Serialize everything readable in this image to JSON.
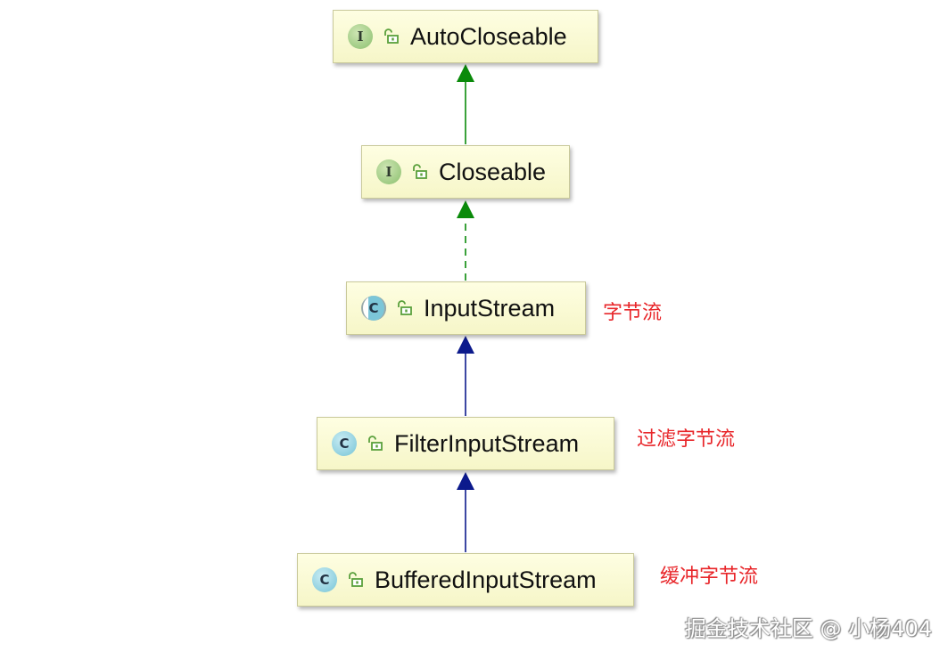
{
  "nodes": [
    {
      "id": "autocloseable",
      "kind": "interface",
      "badge": "I",
      "name": "AutoCloseable",
      "note": ""
    },
    {
      "id": "closeable",
      "kind": "interface",
      "badge": "I",
      "name": "Closeable",
      "note": ""
    },
    {
      "id": "inputstream",
      "kind": "abstract-class",
      "badge": "C",
      "name": "InputStream",
      "note": "字节流"
    },
    {
      "id": "filterinputstream",
      "kind": "class",
      "badge": "C",
      "name": "FilterInputStream",
      "note": "过滤字节流"
    },
    {
      "id": "bufferedinputstream",
      "kind": "class",
      "badge": "C",
      "name": "BufferedInputStream",
      "note": "缓冲字节流"
    }
  ],
  "edges": [
    {
      "from": "closeable",
      "to": "autocloseable",
      "style": "solid",
      "color": "#0a8a0a"
    },
    {
      "from": "inputstream",
      "to": "closeable",
      "style": "dashed",
      "color": "#0a8a0a"
    },
    {
      "from": "filterinputstream",
      "to": "inputstream",
      "style": "solid",
      "color": "#0c1a8c"
    },
    {
      "from": "bufferedinputstream",
      "to": "filterinputstream",
      "style": "solid",
      "color": "#0c1a8c"
    }
  ],
  "watermark": "掘金技术社区 @ 小杨404"
}
